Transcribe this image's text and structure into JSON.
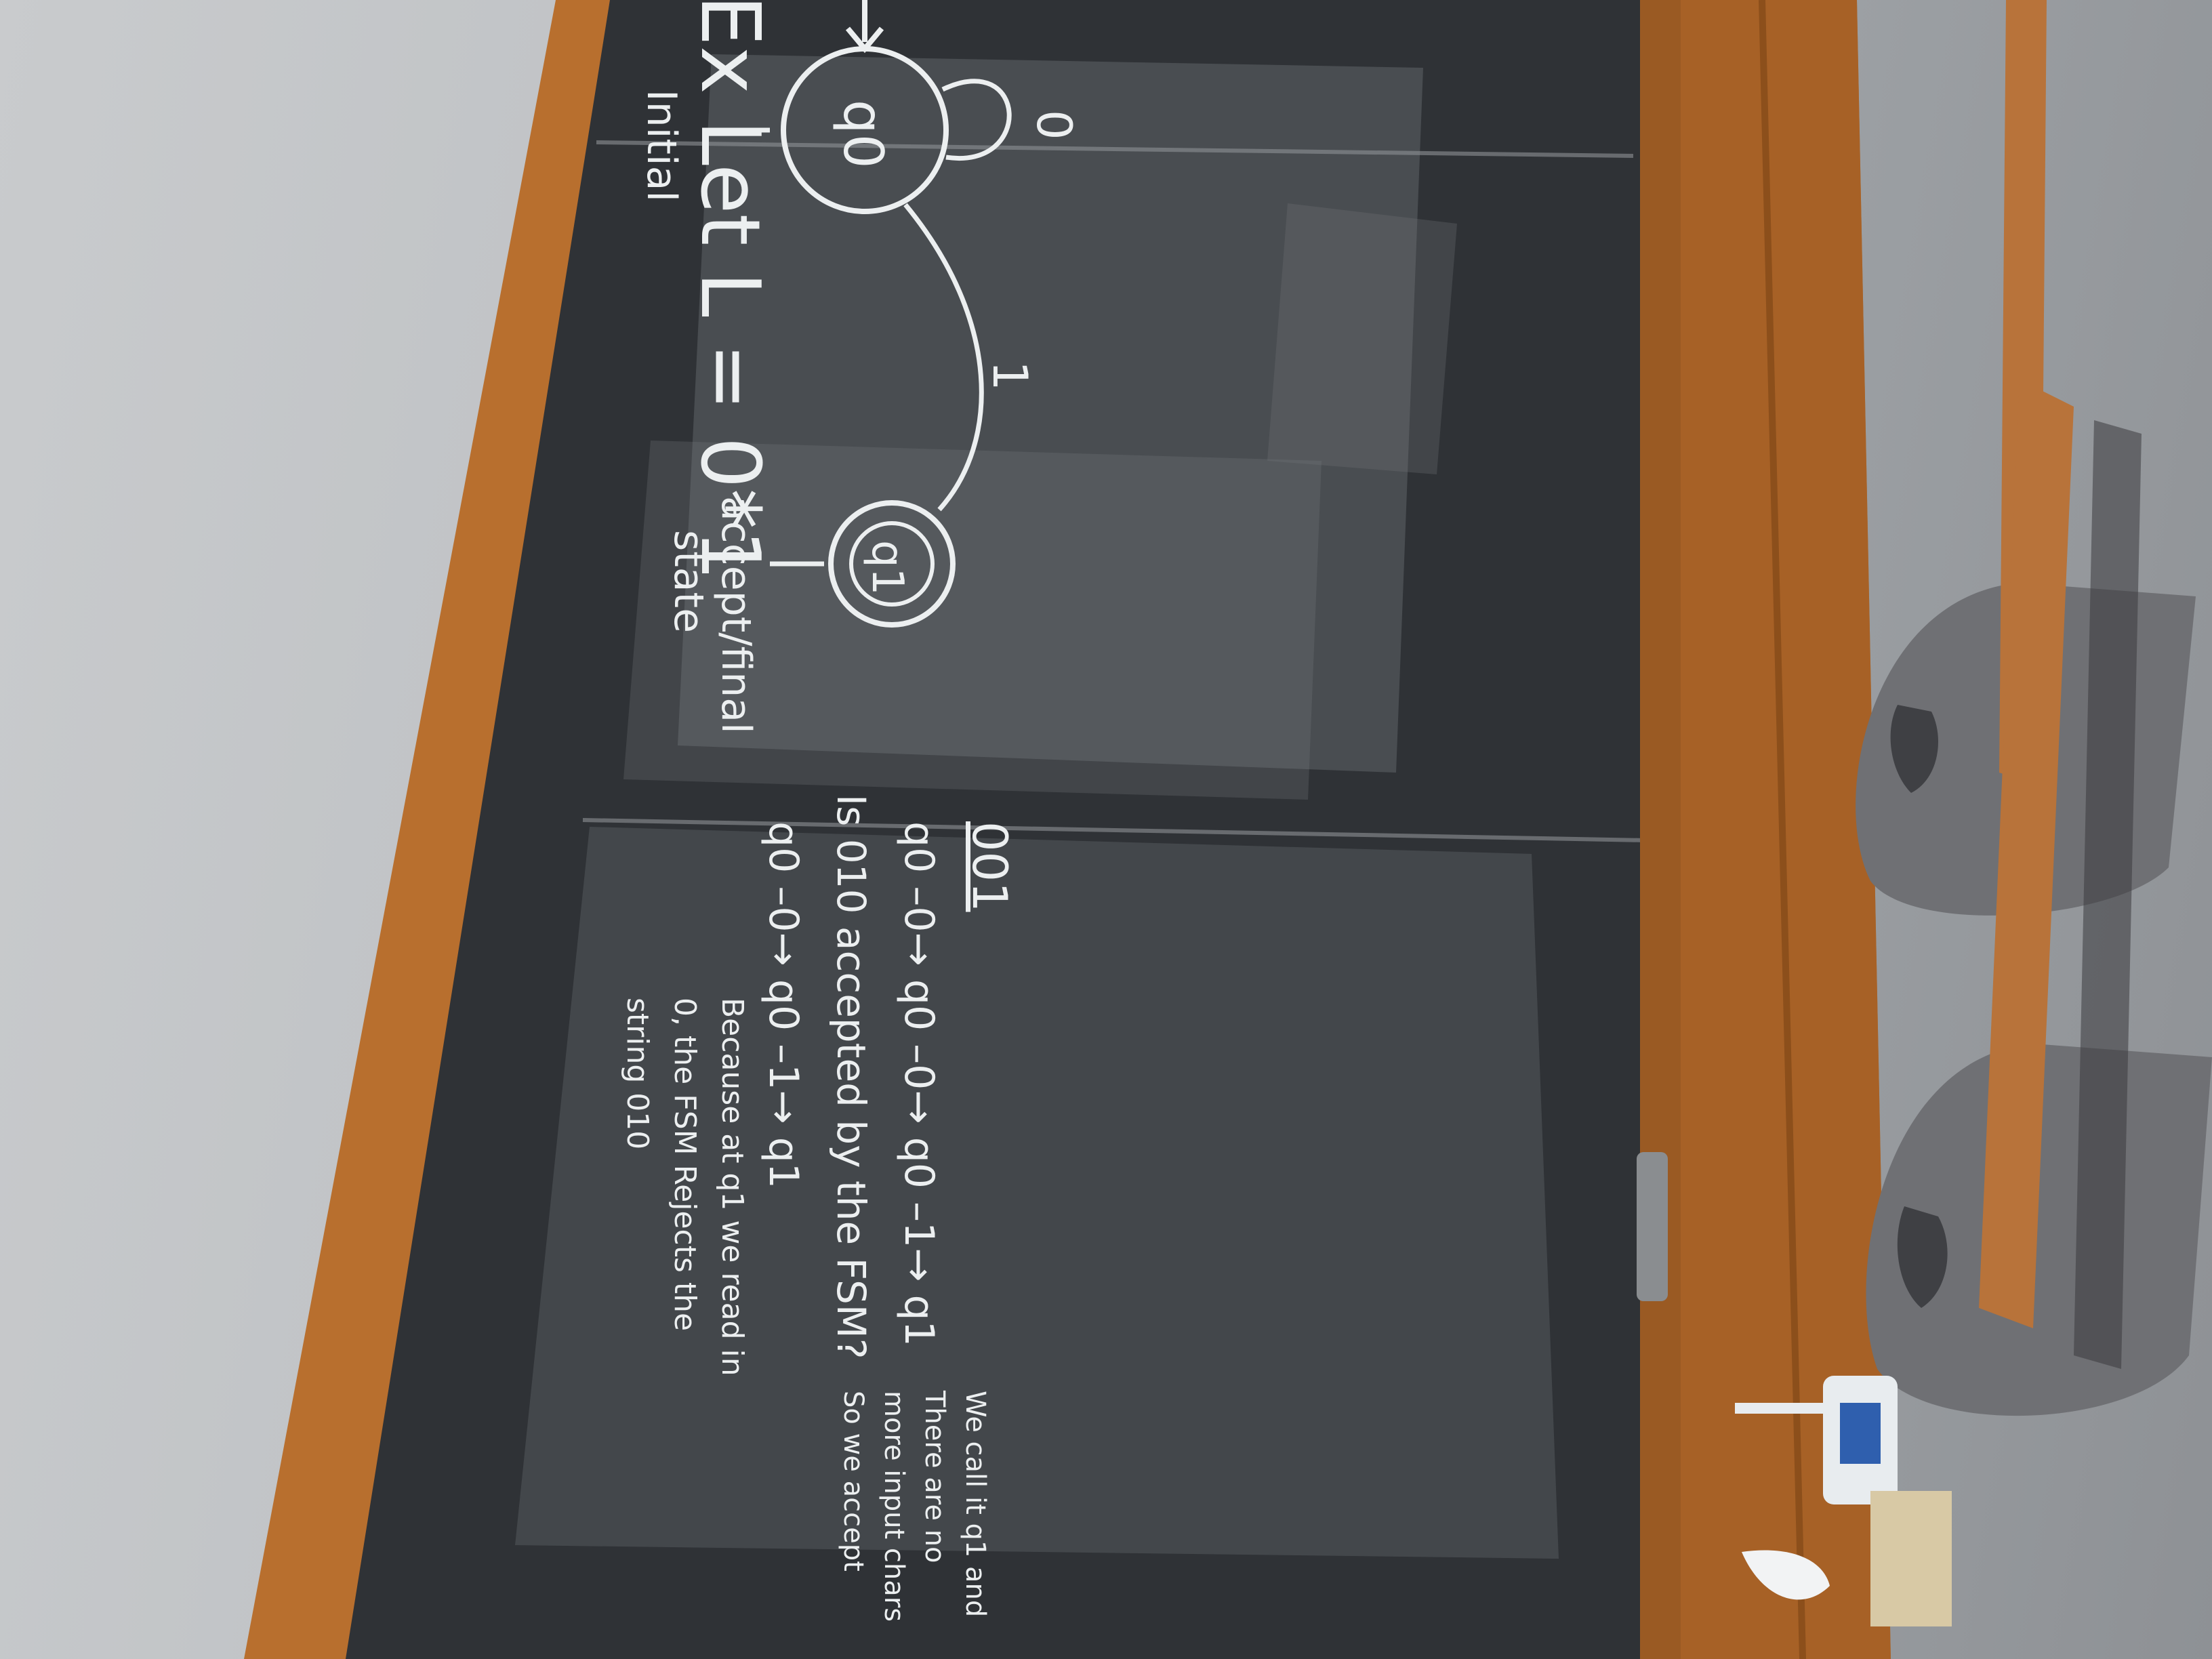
{
  "board": {
    "title": "Ex  Let L = 0*1",
    "state_initial": "q0",
    "state_accept": "q1",
    "label_initial": "Initial",
    "label_accept_line1": "accept/final",
    "label_accept_line2": "state",
    "transition_self": "0",
    "transition_edge": "1",
    "string_example": "001",
    "trace_line1": "q0 –0→ q0 –0→ q0 –1→ q1",
    "question_line": "Is 010 accepted by the FSM?",
    "trace_line2": "q0 –0→ q0 –1→ q1",
    "notes_1a": "We call it q1 and",
    "notes_1b": "There are no",
    "notes_1c": "more input chars",
    "notes_1d": "So we accept",
    "notes_2a": "Because at q1 we read in",
    "notes_2b": "0, the FSM Rejects the",
    "notes_2c": "string 010"
  },
  "colors": {
    "chalkboard": "#2f3236",
    "frame_wood": "#b86f2e",
    "chalk": "#eceff0",
    "chair": "#6f7074",
    "wall": "#bfc2c5"
  }
}
